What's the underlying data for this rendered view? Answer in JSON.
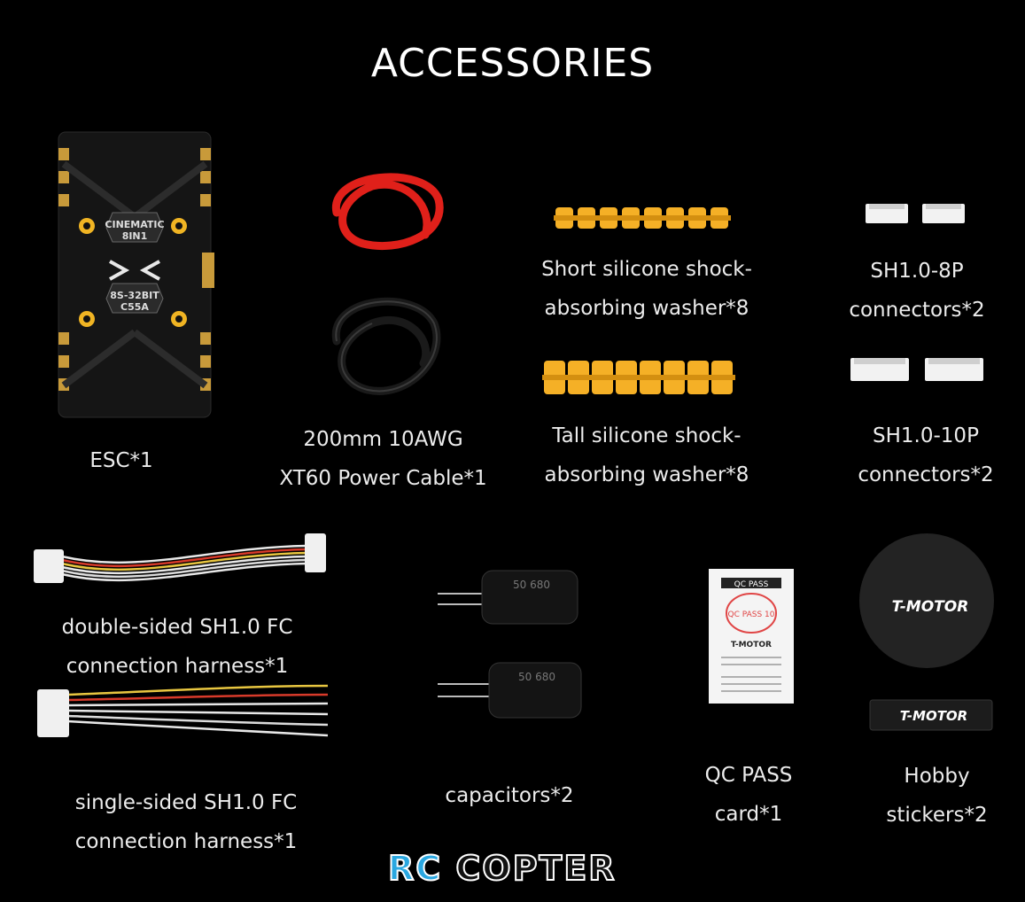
{
  "page": {
    "title": "ACCESSORIES"
  },
  "items": {
    "esc": {
      "label": "ESC*1",
      "board_text_top": "CINEMATIC",
      "board_text_top2": "8IN1",
      "board_text_bottom": "8S-32BIT",
      "board_text_bottom2": "C55A"
    },
    "power_cable": {
      "line1": "200mm 10AWG",
      "line2": "XT60 Power Cable*1"
    },
    "short_washer": {
      "line1": "Short silicone shock-",
      "line2": "absorbing washer*8"
    },
    "tall_washer": {
      "line1": "Tall silicone shock-",
      "line2": "absorbing washer*8"
    },
    "sh8p": {
      "line1": "SH1.0-8P",
      "line2": "connectors*2"
    },
    "sh10p": {
      "line1": "SH1.0-10P",
      "line2": "connectors*2"
    },
    "double_harness": {
      "line1": "double-sided SH1.0 FC",
      "line2": "connection harness*1"
    },
    "single_harness": {
      "line1": "single-sided SH1.0 FC",
      "line2": "connection harness*1"
    },
    "capacitors": {
      "label": "capacitors*2",
      "print": "50 680"
    },
    "qc_card": {
      "line1": "QC PASS",
      "line2": "card*1",
      "header": "QC PASS",
      "stamp": "QC PASS 10",
      "brand": "T-MOTOR"
    },
    "stickers": {
      "line1": "Hobby",
      "line2": "stickers*2",
      "brand": "T-MOTOR"
    }
  },
  "watermark": {
    "part1": "RC",
    "part2": "COPTER"
  },
  "colors": {
    "background": "#000000",
    "cable_red": "#e0201a",
    "washer": "#f5b026",
    "logo_blue": "#2aa7e0"
  }
}
